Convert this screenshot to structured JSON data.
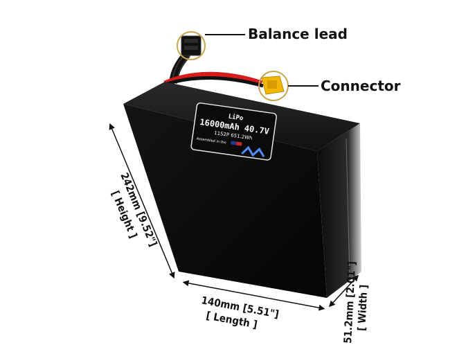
{
  "callouts": {
    "balance_lead": "Balance lead",
    "connector": "Connector"
  },
  "label": {
    "chemistry": "LiPo",
    "capacity_voltage": "16000mAh 40.7V",
    "config_energy": "11S2P 651.2Wh",
    "assembled": "Assembled in the"
  },
  "dimensions": {
    "height": "242mm [9.52\"]",
    "height_caption": "[ Height ]",
    "length": "140mm [5.51\"]",
    "length_caption": "[ Length ]",
    "width": "51.2mm [2.01\"]",
    "width_caption": "[ Width ]"
  },
  "colors": {
    "battery_body": "#0d0d0d",
    "lead_red": "#d81b1b",
    "connector_yellow": "#f2b705",
    "callout_ring": "#c8a24a"
  }
}
